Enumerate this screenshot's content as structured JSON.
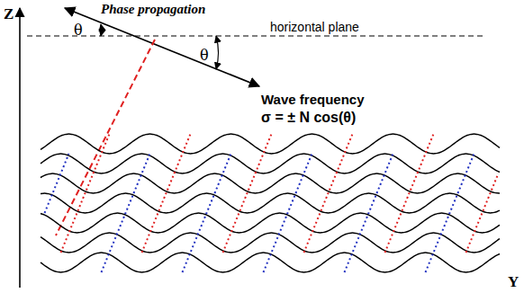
{
  "diagram": {
    "labels": [
      "Z",
      "Phase propagation",
      "θ",
      "θ",
      "horizontal plane",
      "Wave frequency",
      "σ = ± N cos(θ)",
      "Y"
    ]
  }
}
